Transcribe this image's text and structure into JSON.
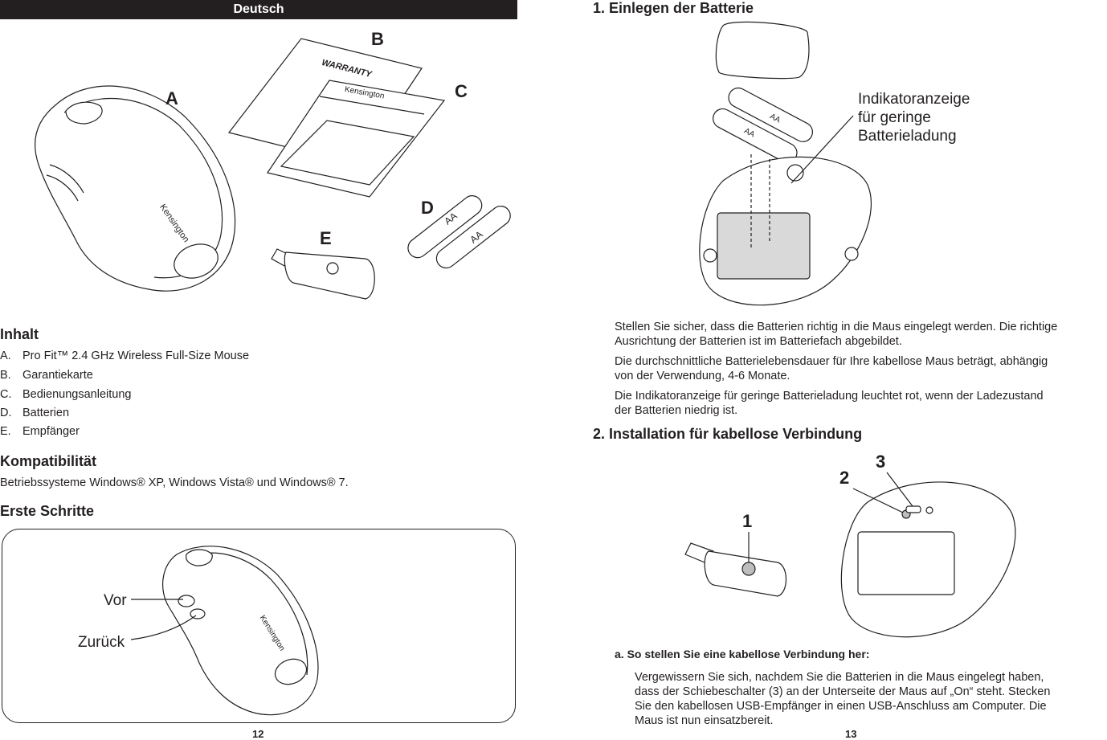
{
  "left": {
    "header": "Deutsch",
    "labels": {
      "a": "A",
      "b": "B",
      "c": "C",
      "d": "D",
      "e": "E"
    },
    "warranty_text": "WARRANTY",
    "brand_text": "Kensington",
    "battery_text": "AA",
    "inhalt": {
      "title": "Inhalt",
      "items": [
        {
          "letter": "A.",
          "text": "Pro Fit™ 2.4 GHz Wireless Full-Size Mouse"
        },
        {
          "letter": "B.",
          "text": "Garantiekarte"
        },
        {
          "letter": "C.",
          "text": "Bedienungsanleitung"
        },
        {
          "letter": "D.",
          "text": "Batterien"
        },
        {
          "letter": "E.",
          "text": "Empfänger"
        }
      ]
    },
    "kompat": {
      "title": "Kompatibilität",
      "text": "Betriebssysteme Windows® XP, Windows Vista® und Windows® 7."
    },
    "erste": {
      "title": "Erste Schritte",
      "vor": "Vor",
      "zurueck": "Zurück"
    },
    "page_number": "12"
  },
  "right": {
    "step1": {
      "title": "1.  Einlegen der Batterie",
      "callout": [
        "Indikatoranzeige",
        "für geringe",
        "Batterieladung"
      ],
      "paragraphs": [
        [
          "Stellen Sie sicher, dass die Batterien richtig in die Maus eingelegt werden. Die richtige",
          "Ausrichtung der Batterien ist im Batteriefach abgebildet."
        ],
        [
          "Die durchschnittliche Batterielebensdauer für Ihre kabellose Maus beträgt, abhängig",
          "von der Verwendung, 4-6 Monate."
        ],
        [
          "Die Indikatoranzeige für geringe Batterieladung leuchtet rot, wenn der Ladezustand",
          "der Batterien niedrig ist."
        ]
      ]
    },
    "step2": {
      "title": "2.  Installation für kabellose Verbindung",
      "num1": "1",
      "num2": "2",
      "num3": "3",
      "sub_title": "a.   So stellen Sie eine kabellose Verbindung her:",
      "sub_text": [
        "Vergewissern Sie sich, nachdem Sie die Batterien in die Maus eingelegt haben,",
        "dass der Schiebeschalter (3) an der Unterseite der Maus auf „On“ steht. Stecken",
        "Sie den kabellosen USB-Empfänger in einen USB-Anschluss am Computer. Die",
        "Maus ist nun einsatzbereit."
      ]
    },
    "page_number": "13"
  }
}
